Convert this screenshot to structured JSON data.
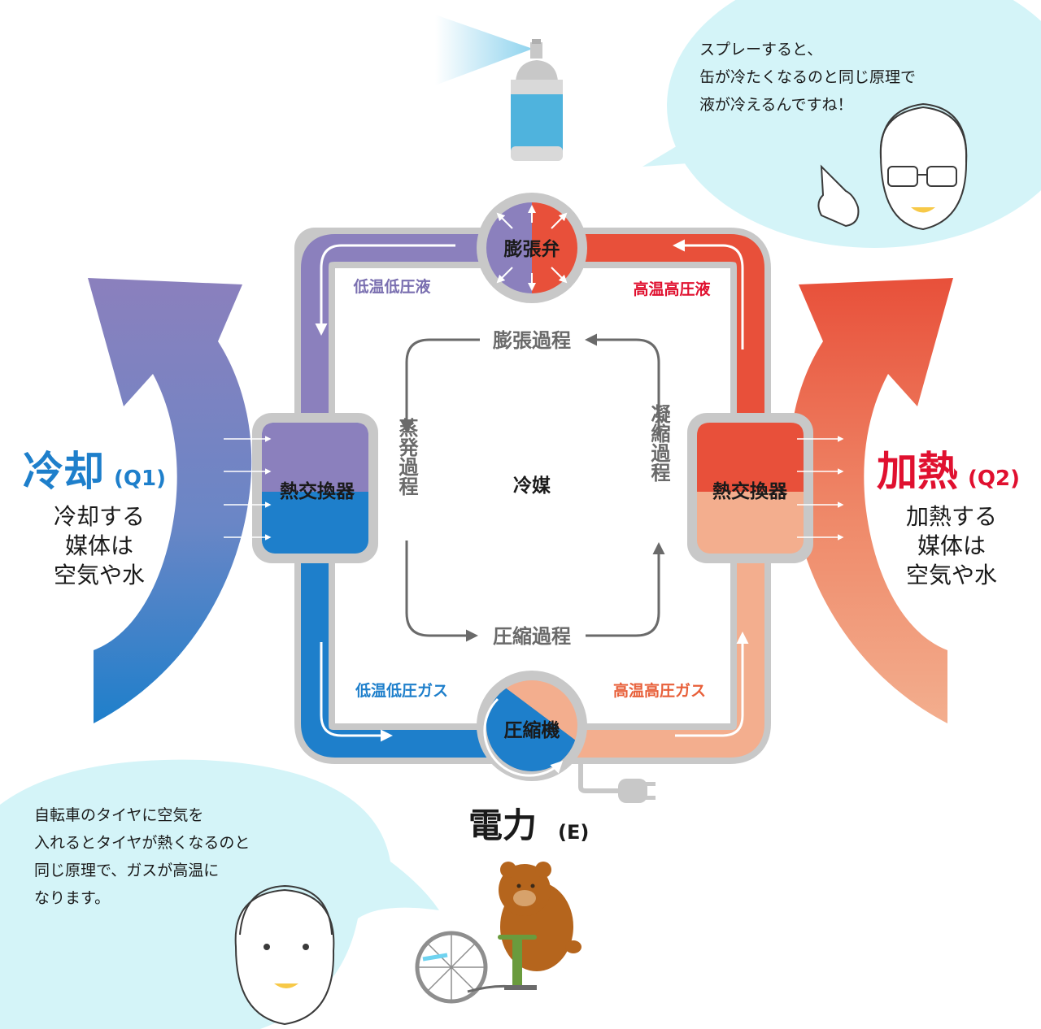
{
  "colors": {
    "purple": "#8B80BD",
    "red_orange": "#E8503A",
    "blue": "#1E7FCB",
    "salmon": "#F3AE8E",
    "cooling_accent": "#1E7FCB",
    "heating_accent": "#E0102F",
    "pipe_border": "#C8C8C8",
    "bubble_bg": "#D4F4F8",
    "process_gray": "#6A6A6A"
  },
  "cooling": {
    "title": "冷却",
    "sub": "(Q1)",
    "desc_lines": [
      "冷却する",
      "媒体は",
      "空気や水"
    ]
  },
  "heating": {
    "title": "加熱",
    "sub": "(Q2)",
    "desc_lines": [
      "加熱する",
      "媒体は",
      "空気や水"
    ]
  },
  "components": {
    "expansion_valve": "膨張弁",
    "compressor": "圧縮機",
    "heat_exchanger_left": "熱交換器",
    "heat_exchanger_right": "熱交換器",
    "refrigerant": "冷媒"
  },
  "states": {
    "low_temp_low_pressure_liquid": "低温低圧液",
    "high_temp_high_pressure_liquid": "高温高圧液",
    "low_temp_low_pressure_gas": "低温低圧ガス",
    "high_temp_high_pressure_gas": "高温高圧ガス"
  },
  "processes": {
    "expansion": "膨張過程",
    "compression": "圧縮過程",
    "evaporation": "蒸発過程",
    "condensation": "凝縮過程"
  },
  "power": {
    "title": "電力",
    "sub": "(E)"
  },
  "bubbles": {
    "top_right_lines": [
      "スプレーすると、",
      "缶が冷たくなるのと同じ原理で",
      "液が冷えるんですね！"
    ],
    "bottom_left_lines": [
      "自転車のタイヤに空気を",
      "入れるとタイヤが熱くなるのと",
      "同じ原理で、ガスが高温に",
      "なります。"
    ]
  },
  "icons": {
    "spray": "spray-can-icon",
    "plug": "power-plug-icon",
    "bear": "bear-bicycle-pump-icon",
    "man_top": "man-with-glasses-icon",
    "man_bottom": "man-face-icon"
  }
}
